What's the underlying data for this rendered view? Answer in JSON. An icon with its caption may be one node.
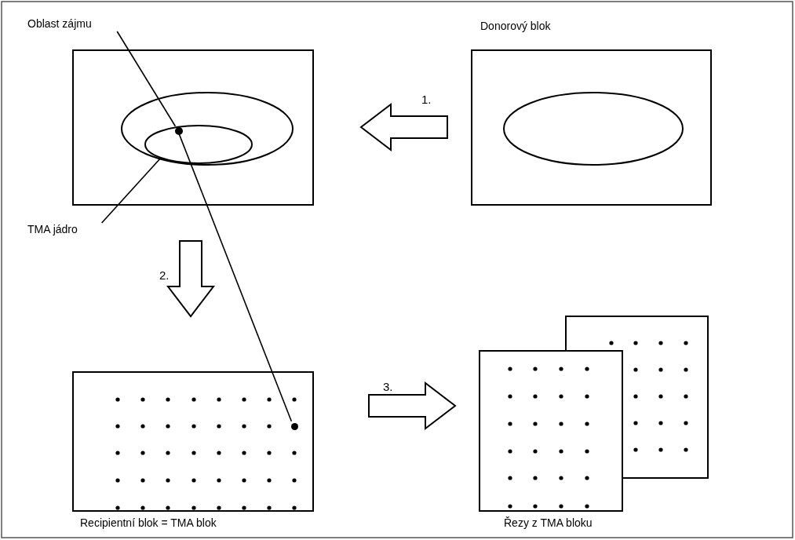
{
  "diagram": {
    "nodes": [
      {
        "text": [
          "Donorový blok"
        ]
      },
      {
        "text": [],
        "shape": "ellipse",
        "in": 0
      },
      {
        "text": [],
        "shape": "box"
      },
      {
        "text": [],
        "shape": "ellipse",
        "in": 2
      },
      {
        "text": [],
        "shape": "ellipse",
        "in": 3
      },
      {
        "text": [],
        "shape": "dot",
        "in": 4
      },
      {
        "text": [
          "Oblast zájmu"
        ]
      },
      {
        "text": [
          "TMA jádro"
        ]
      },
      {
        "text": [
          "Recipientní blok = TMA blok"
        ]
      },
      {
        "text": [],
        "shape": "dot",
        "in": 8
      },
      {
        "text": [
          "Řezy z TMA bloku"
        ]
      },
      {
        "text": [],
        "shape": "box"
      }
    ],
    "edges": [
      {
        "from": 0,
        "to": 2,
        "arrow": "to",
        "label": "1.",
        "style": "thick"
      },
      {
        "from": 2,
        "to": 8,
        "arrow": "to",
        "label": "2.",
        "style": "thick"
      },
      {
        "from": 8,
        "to": 10,
        "arrow": "to",
        "label": "3.",
        "style": "thick"
      },
      {
        "from": 6,
        "to": 5,
        "arrow": "none"
      },
      {
        "from": 5,
        "to": 9,
        "arrow": "none"
      },
      {
        "from": 7,
        "to": 4,
        "arrow": "none"
      }
    ]
  }
}
